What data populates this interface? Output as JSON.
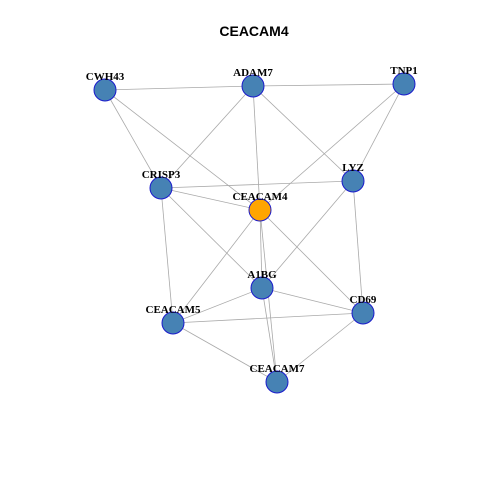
{
  "diagram": {
    "title": "CEACAM4",
    "colors": {
      "node_default": "#4682b4",
      "node_center": "#ffa500",
      "node_border": "#1a1acc",
      "edge": "#a9a9a9"
    },
    "nodes": [
      {
        "id": "CWH43",
        "label": "CWH43",
        "center": false
      },
      {
        "id": "ADAM7",
        "label": "ADAM7",
        "center": false
      },
      {
        "id": "TNP1",
        "label": "TNP1",
        "center": false
      },
      {
        "id": "CRISP3",
        "label": "CRISP3",
        "center": false
      },
      {
        "id": "LYZ",
        "label": "LYZ",
        "center": false
      },
      {
        "id": "CEACAM4",
        "label": "CEACAM4",
        "center": true
      },
      {
        "id": "A1BG",
        "label": "A1BG",
        "center": false
      },
      {
        "id": "CEACAM5",
        "label": "CEACAM5",
        "center": false
      },
      {
        "id": "CD69",
        "label": "CD69",
        "center": false
      },
      {
        "id": "CEACAM7",
        "label": "CEACAM7",
        "center": false
      }
    ],
    "edges": [
      [
        "CWH43",
        "ADAM7"
      ],
      [
        "CWH43",
        "CRISP3"
      ],
      [
        "CWH43",
        "CEACAM4"
      ],
      [
        "ADAM7",
        "TNP1"
      ],
      [
        "ADAM7",
        "CRISP3"
      ],
      [
        "ADAM7",
        "LYZ"
      ],
      [
        "ADAM7",
        "CEACAM4"
      ],
      [
        "TNP1",
        "LYZ"
      ],
      [
        "TNP1",
        "CEACAM4"
      ],
      [
        "CRISP3",
        "LYZ"
      ],
      [
        "CRISP3",
        "CEACAM4"
      ],
      [
        "CRISP3",
        "A1BG"
      ],
      [
        "CRISP3",
        "CEACAM5"
      ],
      [
        "LYZ",
        "A1BG"
      ],
      [
        "LYZ",
        "CD69"
      ],
      [
        "CEACAM4",
        "A1BG"
      ],
      [
        "CEACAM4",
        "CEACAM5"
      ],
      [
        "CEACAM4",
        "CD69"
      ],
      [
        "CEACAM4",
        "CEACAM7"
      ],
      [
        "A1BG",
        "CEACAM5"
      ],
      [
        "A1BG",
        "CD69"
      ],
      [
        "A1BG",
        "CEACAM7"
      ],
      [
        "CEACAM5",
        "CD69"
      ],
      [
        "CEACAM5",
        "CEACAM7"
      ],
      [
        "CD69",
        "CEACAM7"
      ]
    ]
  }
}
